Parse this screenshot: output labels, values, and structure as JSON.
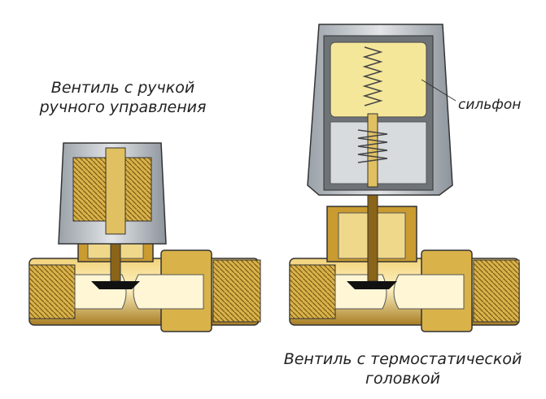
{
  "labels": {
    "manual_valve_line1": "Вентиль с ручкой",
    "manual_valve_line2": "ручного управления",
    "thermo_valve_line1": "Вентиль с термостатической",
    "thermo_valve_line2": "головкой",
    "bellows": "сильфон"
  },
  "colors": {
    "brass": "#d9b24a",
    "brass_dark": "#a77d22",
    "cap_grey": "#b9bec4",
    "bellows_yellow": "#f5e79a",
    "outline": "#333333"
  }
}
